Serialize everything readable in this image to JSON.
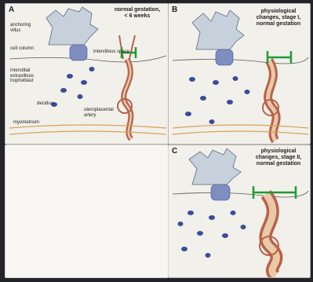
{
  "panels": [
    {
      "letter": "A",
      "caption": "normal gestation,\n< 6 weeks",
      "labels": {
        "anchoring_villus": "anchoring\nvillus",
        "cell_column": "cell column",
        "intervillous_space": "intervillous space",
        "interstitial_trophoblast": "interstitial\nextravillous\ntrophoblast",
        "decidua": "decidua",
        "uteroplacental_artery": "uteroplacental\nartery",
        "myometrium": "myometrium"
      }
    },
    {
      "letter": "B",
      "caption": "physiological\nchanges, stage I,\nnormal gestation"
    },
    {
      "letter": "C",
      "caption": "physiological\nchanges, stage II,\nnormal gestation"
    }
  ],
  "colors": {
    "villus": "#c7d1dc",
    "trophoblast_cell": "#3a4c9a",
    "artery_wall": "#b8624a",
    "artery_lumen": "#e8c9a8",
    "diameter_bar": "#1f9a34",
    "myometrium": "#d6a35c",
    "background": "#23232a"
  }
}
